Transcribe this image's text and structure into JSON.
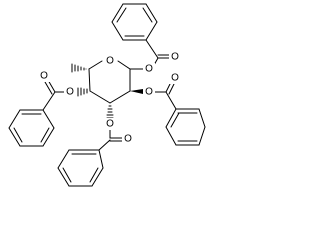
{
  "molecule": {
    "atoms": [
      {
        "id": "ring_o",
        "label": "O"
      },
      {
        "id": "c1_o",
        "label": "O"
      },
      {
        "id": "c1_co",
        "label": "O"
      },
      {
        "id": "c2_o",
        "label": "O"
      },
      {
        "id": "c2_co",
        "label": "O"
      },
      {
        "id": "c3_o",
        "label": "O"
      },
      {
        "id": "c3_co",
        "label": "O"
      },
      {
        "id": "c4_o",
        "label": "O"
      },
      {
        "id": "c4_co",
        "label": "O"
      }
    ]
  }
}
